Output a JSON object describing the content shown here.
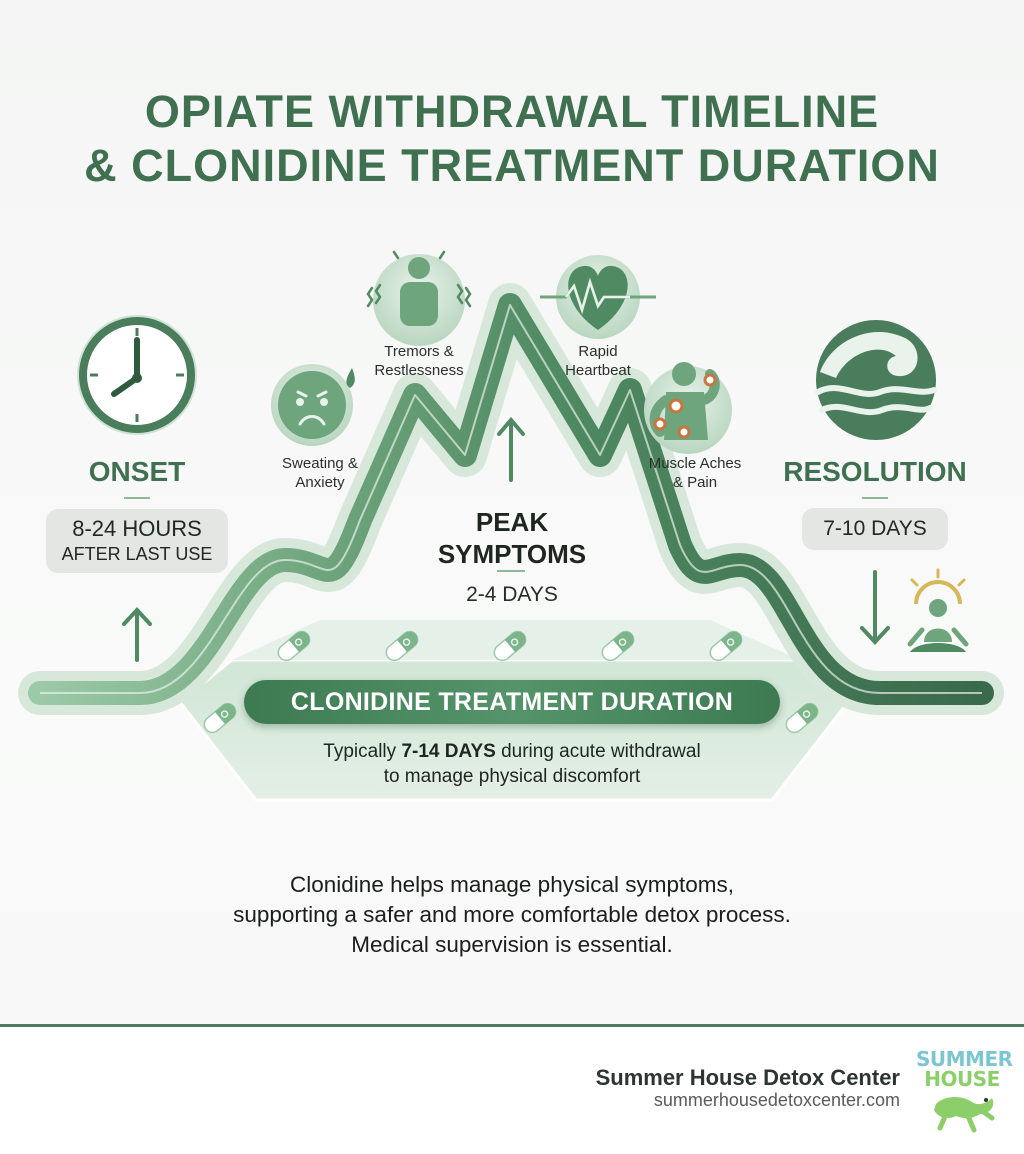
{
  "title": {
    "line1": "OPIATE WITHDRAWAL TIMELINE",
    "line2": "& CLONIDINE TREATMENT DURATION"
  },
  "onset": {
    "heading": "ONSET",
    "detail_line1": "8-24 HOURS",
    "detail_line2": "AFTER LAST USE",
    "icon": "clock-icon"
  },
  "resolution": {
    "heading": "RESOLUTION",
    "detail": "7-10 DAYS",
    "icon": "wave-icon"
  },
  "peak": {
    "line1": "PEAK",
    "line2": "SYMPTOMS",
    "detail": "2-4 DAYS"
  },
  "symptoms": [
    {
      "line1": "Sweating &",
      "line2": "Anxiety",
      "icon": "sweating-face-icon"
    },
    {
      "line1": "Tremors &",
      "line2": "Restlessness",
      "icon": "trembling-person-icon"
    },
    {
      "line1": "Rapid",
      "line2": "Heartbeat",
      "icon": "heart-pulse-icon"
    },
    {
      "line1": "Muscle Aches",
      "line2": "& Pain",
      "icon": "muscle-pain-icon"
    }
  ],
  "clonidine": {
    "label": "CLONIDINE TREATMENT DURATION",
    "desc_prefix": "Typically ",
    "desc_bold": "7-14 DAYS",
    "desc_suffix": " during acute withdrawal",
    "desc_line2": "to manage physical discomfort",
    "icon": "pill-capsule-icon"
  },
  "summary": {
    "line1": "Clonidine helps manage physical symptoms,",
    "line2": "supporting a safer and more comfortable detox process.",
    "line3": "Medical supervision is essential."
  },
  "footer": {
    "org_name": "Summer House Detox Center",
    "org_url": "summerhousedetoxcenter.com",
    "logo_line1": "SUMMER",
    "logo_line2": "HOUSE"
  },
  "colors": {
    "dark_green": "#3f7050",
    "mid_green": "#6fa57d",
    "light_green": "#a8cdb1",
    "background": "#f5f6f5"
  }
}
